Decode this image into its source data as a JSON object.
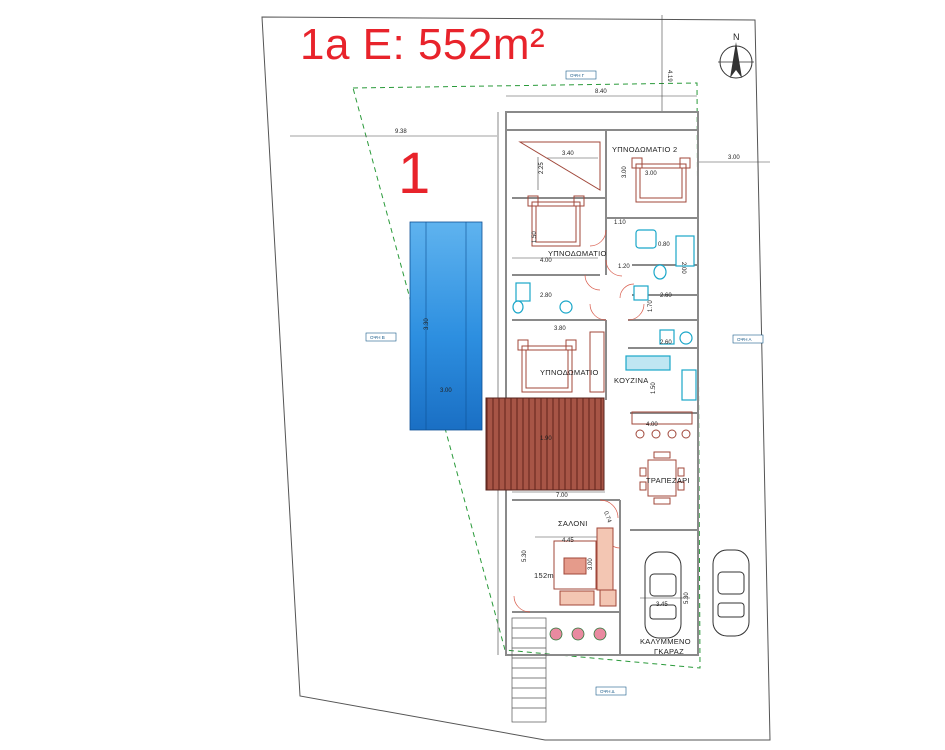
{
  "header": {
    "title": "1a E: 552m²",
    "lot_number": "1"
  },
  "compass": {
    "north": "N"
  },
  "rooms": {
    "bedroom2": "ΥΠΝΟΔΩΜΑΤΙΟ 2",
    "bedroom1": "ΥΠΝΟΔΩΜΑΤΙΟ",
    "bedroom3": "ΥΠΝΟΔΩΜΑΤΙΟ",
    "kitchen": "ΚΟΥΖΙΝΑ",
    "dining": "ΤΡΑΠΕΖΑΡΙ",
    "living": "ΣΑΛΟΝΙ",
    "living_area": "152m",
    "garage_line1": "ΚΑΛΥΜΜΕΝΟ",
    "garage_line2": "ΓΚΑΡΑΖ"
  },
  "side_tags": {
    "top": "ΟΨΗ Γ",
    "left": "ΟΨΗ Β",
    "right": "ΟΨΗ Α",
    "bottom": "ΟΨΗ Δ"
  },
  "dimensions": {
    "d_419": "4.19",
    "d_840": "8.40",
    "d_938": "9.38",
    "d_300a": "3.00",
    "d_340": "3.40",
    "d_225": "2.25",
    "d_300b": "3.00",
    "d_300c": "3.00",
    "d_110": "1.10",
    "d_080a": "0.80",
    "d_150": "1.50",
    "d_400a": "4.00",
    "d_120": "1.20",
    "d_200": "2.00",
    "d_280": "2.80",
    "d_260a": "2.60",
    "d_170": "1.70",
    "d_380": "3.80",
    "d_260b": "2.60",
    "d_pool_w": "3.00",
    "d_pool_h": "3.30",
    "d_150b": "1.50",
    "d_400b": "4.00",
    "d_700": "7.00",
    "d_445": "4.45",
    "d_300d": "3.00",
    "d_530a": "5.30",
    "d_345": "3.45",
    "d_530b": "5.30",
    "d_pergola": "1.90",
    "d_074": "0.74"
  },
  "colors": {
    "title_red": "#e8232b",
    "wall": "#8a8a8a",
    "furniture": "#a0473a",
    "pool_blue": "#1f7fd6",
    "boundary_green": "#2a9a3a",
    "fixture_cyan": "#1aa7c9"
  }
}
